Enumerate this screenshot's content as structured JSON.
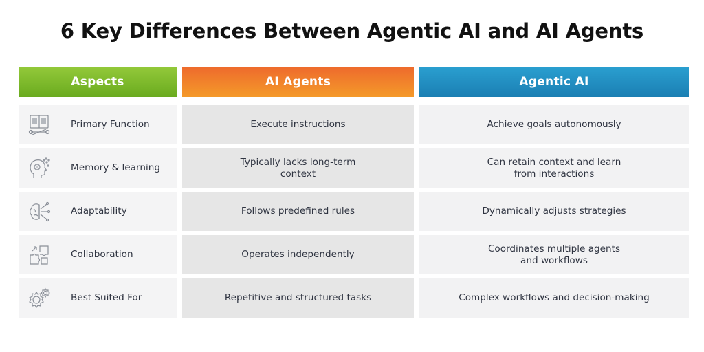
{
  "title": "6 Key Differences Between Agentic AI and AI Agents",
  "headers": {
    "aspects": "Aspects",
    "ai_agents": "AI Agents",
    "agentic_ai": "Agentic AI"
  },
  "colors": {
    "aspects_header": "#7bb82a",
    "ai_agents_header": "#f07a2a",
    "agentic_ai_header": "#2391c4"
  },
  "rows": [
    {
      "icon": "manual-wrench-icon",
      "aspect": "Primary Function",
      "ai_agents": "Execute instructions",
      "agentic_ai": "Achieve goals autonomously"
    },
    {
      "icon": "head-circuit-icon",
      "aspect": "Memory & learning",
      "ai_agents": "Typically lacks long-term\ncontext",
      "agentic_ai": "Can retain context and learn\nfrom interactions"
    },
    {
      "icon": "brain-network-icon",
      "aspect": "Adaptability",
      "ai_agents": "Follows predefined rules",
      "agentic_ai": "Dynamically adjusts strategies"
    },
    {
      "icon": "puzzle-icon",
      "aspect": "Collaboration",
      "ai_agents": "Operates independently",
      "agentic_ai": "Coordinates multiple agents\nand workflows"
    },
    {
      "icon": "gears-icon",
      "aspect": "Best Suited For",
      "ai_agents": "Repetitive and structured tasks",
      "agentic_ai": "Complex workflows and decision-making"
    }
  ]
}
